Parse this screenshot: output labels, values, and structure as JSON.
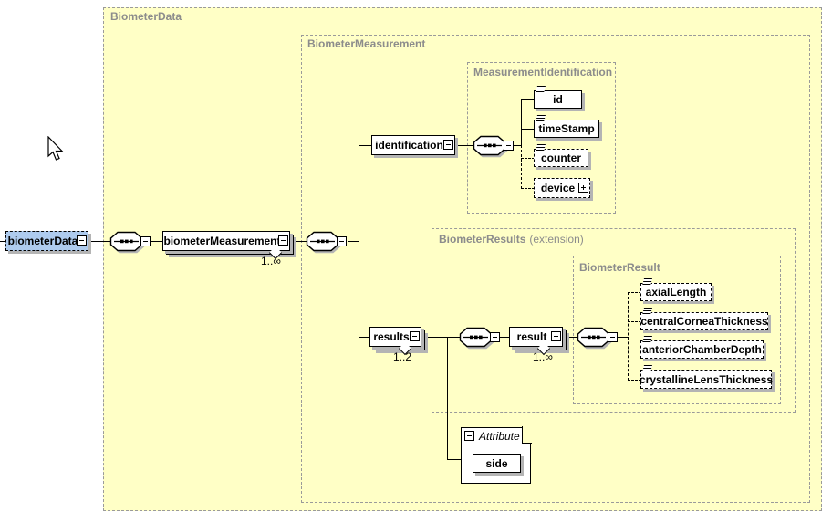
{
  "frames": {
    "biometerData": {
      "label": "BiometerData"
    },
    "biometerMeasurement": {
      "label": "BiometerMeasurement"
    },
    "measurementIdentification": {
      "label": "MeasurementIdentification"
    },
    "biometerResults": {
      "label": "BiometerResults",
      "suffix": "(extension)"
    },
    "biometerResult": {
      "label": "BiometerResult"
    }
  },
  "elements": {
    "biometerData": {
      "label": "biometerData"
    },
    "biometerMeasurement": {
      "label": "biometerMeasurement",
      "occurrence": "1..∞"
    },
    "identification": {
      "label": "identification"
    },
    "id": {
      "label": "id"
    },
    "timeStamp": {
      "label": "timeStamp"
    },
    "counter": {
      "label": "counter"
    },
    "device": {
      "label": "device"
    },
    "results": {
      "label": "results",
      "occurrence": "1..2"
    },
    "result": {
      "label": "result",
      "occurrence": "1..∞"
    },
    "axialLength": {
      "label": "axialLength"
    },
    "centralCorneaThickness": {
      "label": "centralCorneaThickness"
    },
    "anteriorChamberDepth": {
      "label": "anteriorChamberDepth"
    },
    "crystallineLensThickness": {
      "label": "crystallineLensThickness"
    }
  },
  "attribute": {
    "header": "Attribute",
    "name": "side"
  },
  "icons": {
    "collapse": "minus-box",
    "expand": "plus-box",
    "sequence": "sequence-model-group",
    "text_content": "text-content-lines",
    "occurrence_chevron": "down-chevron"
  },
  "colors": {
    "canvas": "#FFFFC6",
    "selected": "#AECBEE",
    "frame_border": "#9A9A9A",
    "frame_label": "#8C8C8C",
    "shadow": "#B4B4B4",
    "line": "#000000"
  }
}
